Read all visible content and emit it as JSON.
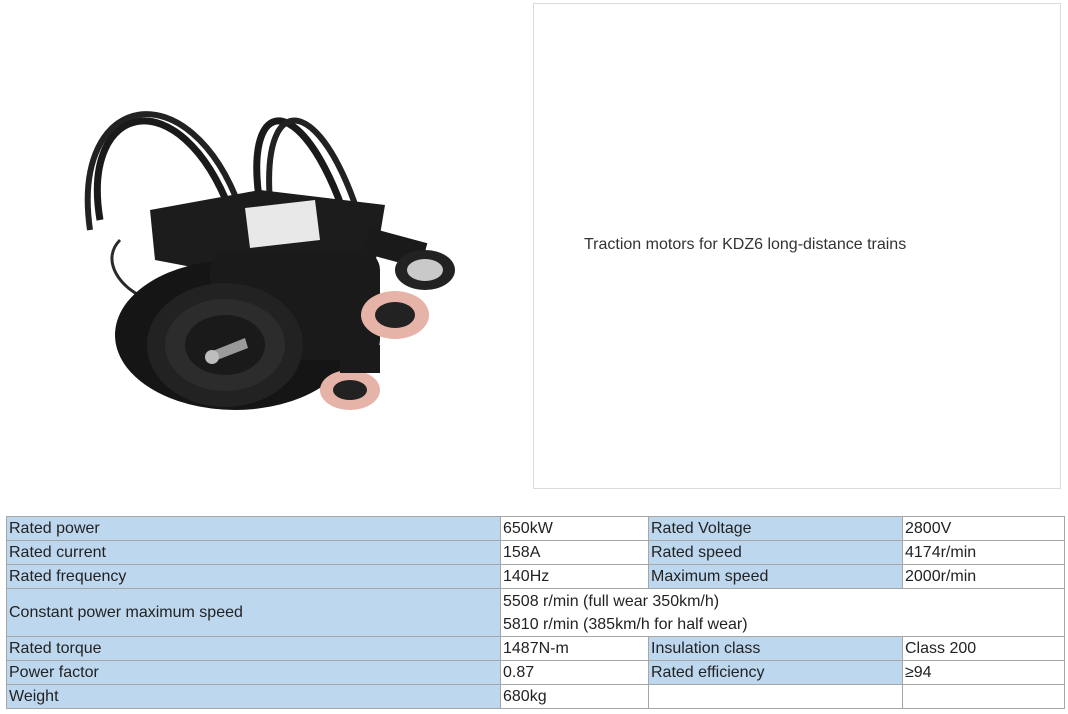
{
  "caption": "Traction motors for KDZ6 long-distance trains",
  "colors": {
    "label_bg": "#bdd7ee",
    "border": "#a6a6a6"
  },
  "specs": {
    "rated_power_label": "Rated power",
    "rated_power_value": "650kW",
    "rated_voltage_label": "Rated Voltage",
    "rated_voltage_value": "2800V",
    "rated_current_label": "Rated current",
    "rated_current_value": "158A",
    "rated_speed_label": "Rated speed",
    "rated_speed_value": "4174r/min",
    "rated_frequency_label": "Rated frequency",
    "rated_frequency_value": "140Hz",
    "maximum_speed_label": "Maximum speed",
    "maximum_speed_value": "2000r/min",
    "constant_power_label": "Constant power maximum speed",
    "constant_power_value_1": "5508 r/min (full wear 350km/h)",
    "constant_power_value_2": "5810 r/min (385km/h for half wear)",
    "rated_torque_label": "Rated torque",
    "rated_torque_value": "1487N-m",
    "insulation_class_label": "Insulation class",
    "insulation_class_value": "Class 200",
    "power_factor_label": "Power factor",
    "power_factor_value": "0.87",
    "rated_efficiency_label": "Rated efficiency",
    "rated_efficiency_value": "≥94",
    "weight_label": "Weight",
    "weight_value": "680kg"
  }
}
